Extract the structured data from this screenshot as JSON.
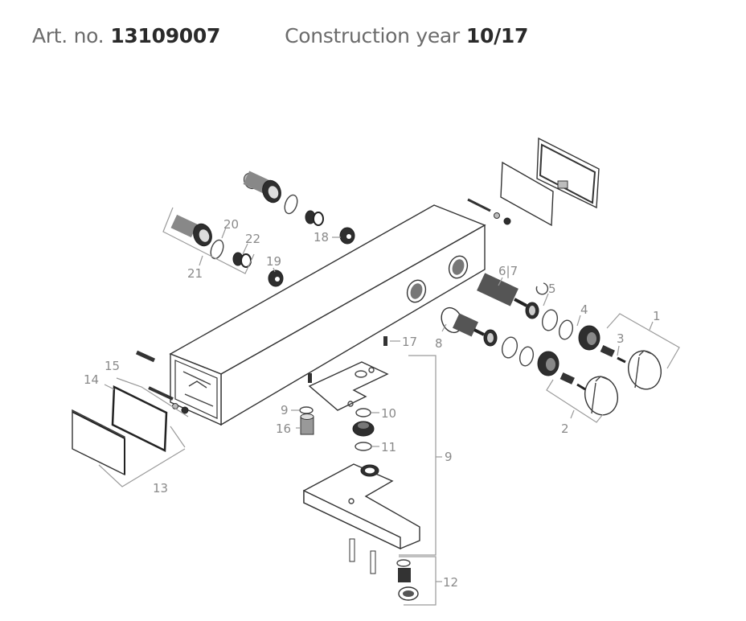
{
  "header": {
    "art_label": "Art. no.",
    "art_number": "13109007",
    "year_label": "Construction year",
    "year_value": "10/17"
  },
  "parts": {
    "p1": "1",
    "p2": "2",
    "p3": "3",
    "p4": "4",
    "p5": "5",
    "p6_7": "6|7",
    "p8": "8",
    "p9_ring": "9",
    "p9_group": "9",
    "p10": "10",
    "p11": "11",
    "p12": "12",
    "p13": "13",
    "p14": "14",
    "p15": "15",
    "p16": "16",
    "p17": "17",
    "p18": "18",
    "p19": "19",
    "p20": "20",
    "p21": "21",
    "p22": "22"
  },
  "colors": {
    "label_text": "#8a8a8a",
    "header_text": "#6b6b6b",
    "header_value": "#2a2a2a",
    "line": "#444444"
  }
}
